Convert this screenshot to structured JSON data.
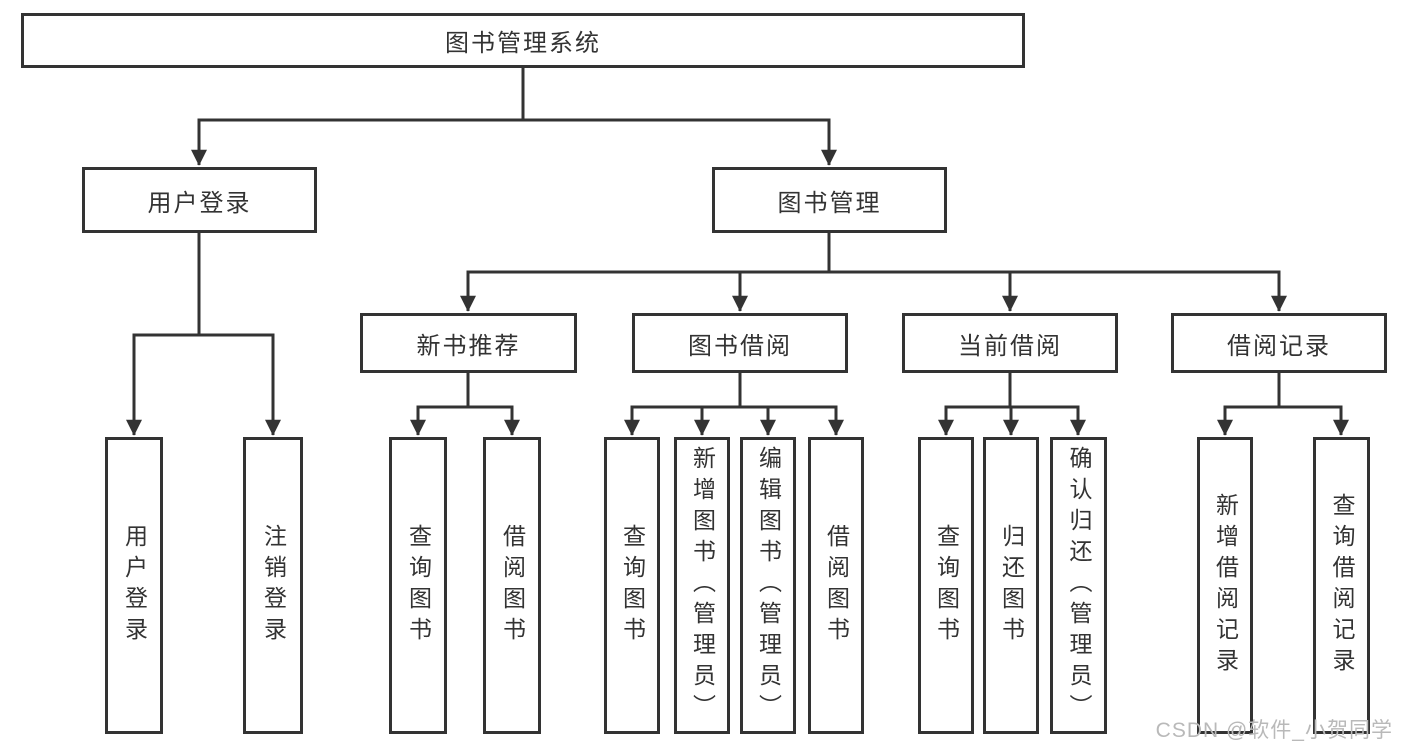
{
  "nodes": {
    "root": {
      "label": "图书管理系统"
    },
    "user_login": {
      "label": "用户登录"
    },
    "book_mgmt": {
      "label": "图书管理"
    },
    "new_book": {
      "label": "新书推荐"
    },
    "book_borrow": {
      "label": "图书借阅"
    },
    "current_borrow": {
      "label": "当前借阅"
    },
    "borrow_record": {
      "label": "借阅记录"
    },
    "leaf_user_login": {
      "label": "用户登录"
    },
    "leaf_logout": {
      "label": "注销登录"
    },
    "leaf_nb_query": {
      "label": "查询图书"
    },
    "leaf_nb_borrow": {
      "label": "借阅图书"
    },
    "leaf_bb_query": {
      "label": "查询图书"
    },
    "leaf_bb_add": {
      "label": "新增图书（管理员）"
    },
    "leaf_bb_edit": {
      "label": "编辑图书（管理员）"
    },
    "leaf_bb_borrow": {
      "label": "借阅图书"
    },
    "leaf_cb_query": {
      "label": "查询图书"
    },
    "leaf_cb_return": {
      "label": "归还图书"
    },
    "leaf_cb_confirm": {
      "label": "确认归还（管理员）"
    },
    "leaf_br_add": {
      "label": "新增借阅记录"
    },
    "leaf_br_query": {
      "label": "查询借阅记录"
    }
  },
  "watermark": {
    "text": "CSDN @软件_小贺同学"
  },
  "colors": {
    "line": "#333333",
    "box_background": "#ffffff",
    "watermark": "#b9b9b9"
  }
}
